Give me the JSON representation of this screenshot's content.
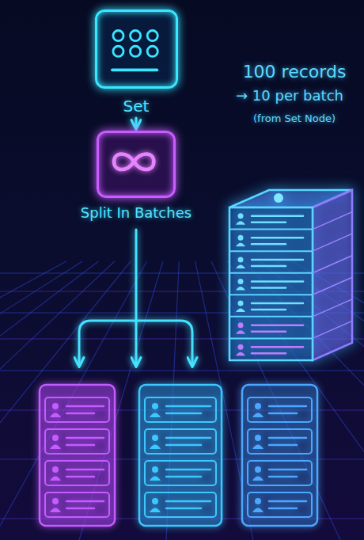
{
  "diagram": {
    "nodes": [
      {
        "text": [
          "Set"
        ]
      },
      {
        "text": [
          "Split In Batches"
        ]
      }
    ],
    "edges": [
      {
        "from": 0,
        "to": 1,
        "arrow": "to"
      }
    ],
    "labels": [
      "100 records",
      "→ 10 per batch",
      "(from Set Node)"
    ]
  }
}
